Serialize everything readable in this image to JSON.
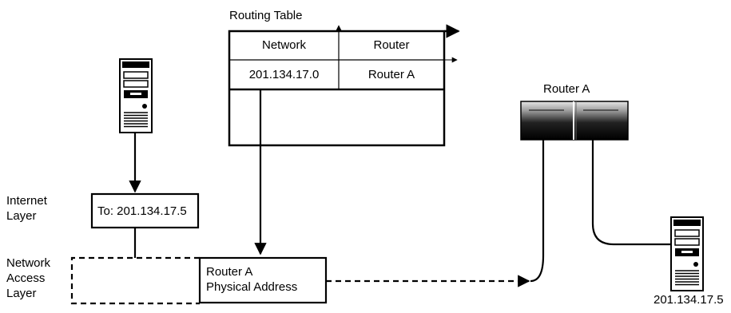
{
  "routing_table": {
    "title": "Routing Table",
    "headers": [
      "Network",
      "Router"
    ],
    "rows": [
      [
        "201.134.17.0",
        "Router A"
      ]
    ]
  },
  "layers": {
    "internet": "Internet\nLayer",
    "network_access": "Network\nAccess\nLayer"
  },
  "packet_box": "To: 201.134.17.5",
  "physical_box": "Router A\nPhysical Address",
  "router_label": "Router A",
  "dest_label": "201.134.17.5",
  "icons": [
    "source-computer-icon",
    "router-icon",
    "destination-computer-icon"
  ]
}
